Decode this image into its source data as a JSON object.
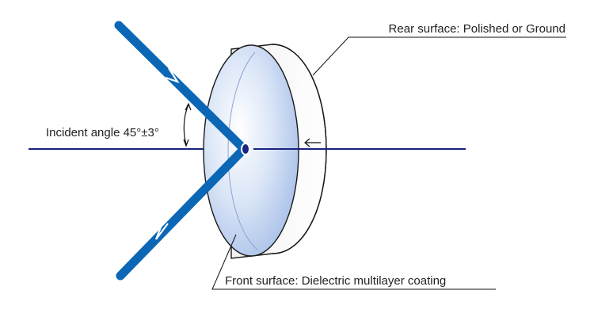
{
  "labels": {
    "rear_surface": "Rear surface: Polished or Ground",
    "incident_angle": "Incident angle 45°±3°",
    "front_surface": "Front surface: Dielectric multilayer coating"
  },
  "colors": {
    "beam": "#0b67b5",
    "axis": "#1a237e",
    "lens_glass": "#c8d9f3",
    "lens_edge": "#ffffff",
    "outline": "#1a1a1a",
    "background": "#ffffff"
  },
  "icons": {
    "incoming_arrow": "chevron-arrow",
    "outgoing_arrow": "chevron-arrow",
    "angle_arrow": "double-headed-arc-arrow",
    "axis_arrow": "left-arrow"
  }
}
